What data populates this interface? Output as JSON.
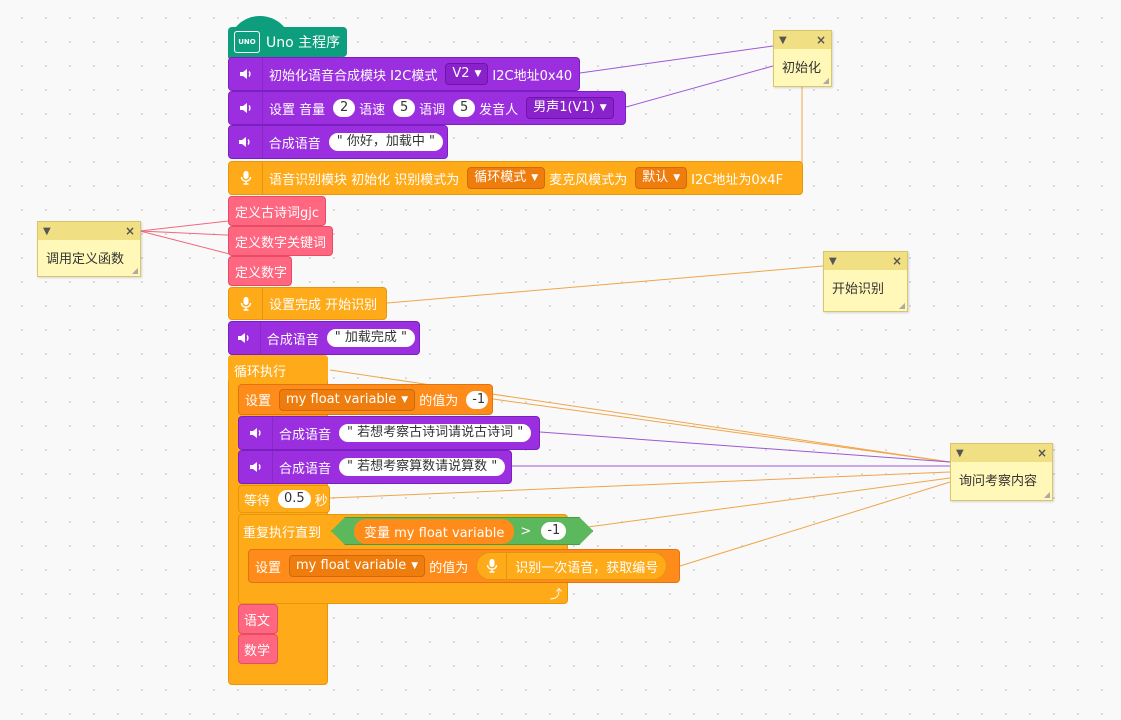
{
  "hat": {
    "label": "Uno 主程序",
    "board_badge": "UNO"
  },
  "blocks": {
    "init_tts": {
      "text1": "初始化语音合成模块 I2C模式",
      "mode": "V2",
      "text2": "I2C地址0x40"
    },
    "set_voice": {
      "t1": "设置 音量",
      "volume": "2",
      "t2": "语速",
      "speed": "5",
      "t3": "语调",
      "tone": "5",
      "t4": "发音人",
      "speaker": "男声1(V1)"
    },
    "say_loading": {
      "label": "合成语音",
      "text": "\" 你好，加载中 \""
    },
    "asr_init": {
      "t1": "语音识别模块 初始化 识别模式为",
      "mode": "循环模式",
      "t2": "麦克风模式为",
      "mic": "默认",
      "t3": "I2C地址为0x4F"
    },
    "def_gjc": "定义古诗词gjc",
    "def_numkey": "定义数字关键词",
    "def_num": "定义数字",
    "start_asr": "设置完成 开始识别",
    "say_done": {
      "label": "合成语音",
      "text": "\" 加载完成 \""
    },
    "loop": "循环执行",
    "set_var": {
      "t1": "设置",
      "var": "my float variable",
      "t2": "的值为",
      "value": "-1"
    },
    "say_poem": {
      "label": "合成语音",
      "text": "\" 若想考察古诗词请说古诗词 \""
    },
    "say_math": {
      "label": "合成语音",
      "text": "\" 若想考察算数请说算数 \""
    },
    "wait": {
      "t1": "等待",
      "value": "0.5",
      "t2": "秒"
    },
    "repeat_until": {
      "label": "重复执行直到",
      "var_label": "变量 my float variable",
      "op": ">",
      "value": "-1"
    },
    "set_var2": {
      "t1": "设置",
      "var": "my float variable",
      "t2": "的值为",
      "reporter": "识别一次语音，获取编号"
    },
    "call_chinese": "语文",
    "call_math": "数学"
  },
  "notes": {
    "init": "初始化",
    "call_defs": "调用定义函数",
    "start": "开始识别",
    "ask": "询问考察内容"
  },
  "note_icons": {
    "collapse": "chevron-down-icon",
    "close": "close-icon"
  },
  "colors": {
    "purple": "#9b2fe0",
    "orange": "#ffab19",
    "pink": "#ff6680",
    "green_hat": "#0d9f7d",
    "note": "#fff8b8"
  }
}
